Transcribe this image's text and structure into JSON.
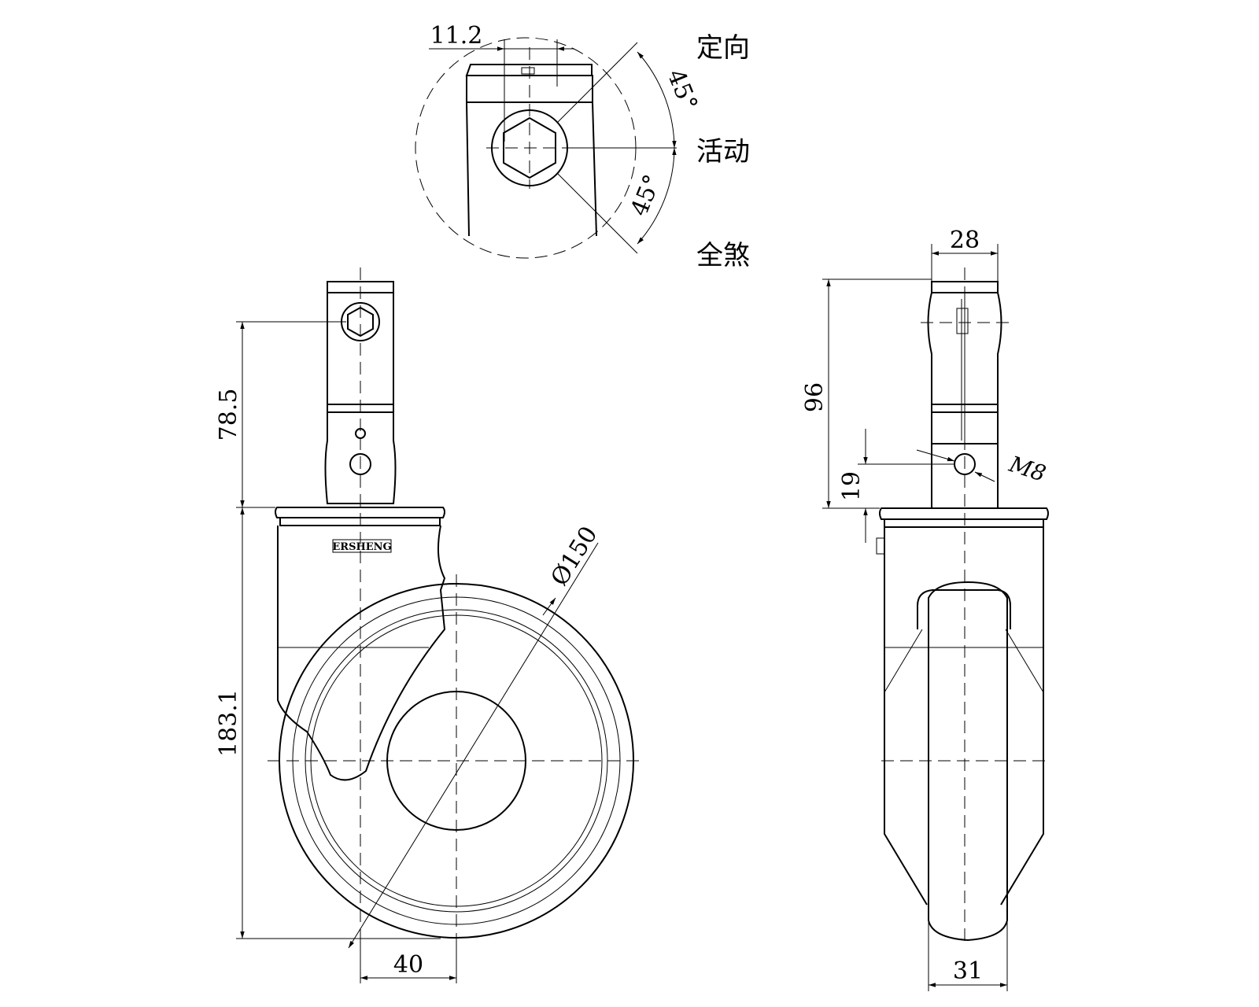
{
  "detail_view": {
    "dim_width": "11.2",
    "angle_upper": "45°",
    "angle_lower": "45°",
    "label_fixed": "定向",
    "label_swivel": "活动",
    "label_brake": "全煞"
  },
  "front_view": {
    "dim_upper_height": "78.5",
    "dim_total_height": "183.1",
    "dim_offset": "40",
    "dim_diameter": "Ø150",
    "brand": "ERSHENG"
  },
  "side_view": {
    "dim_stem_width": "28",
    "dim_stem_height": "96",
    "dim_hole_height": "19",
    "thread_label": "M8",
    "dim_wheel_width": "31"
  }
}
